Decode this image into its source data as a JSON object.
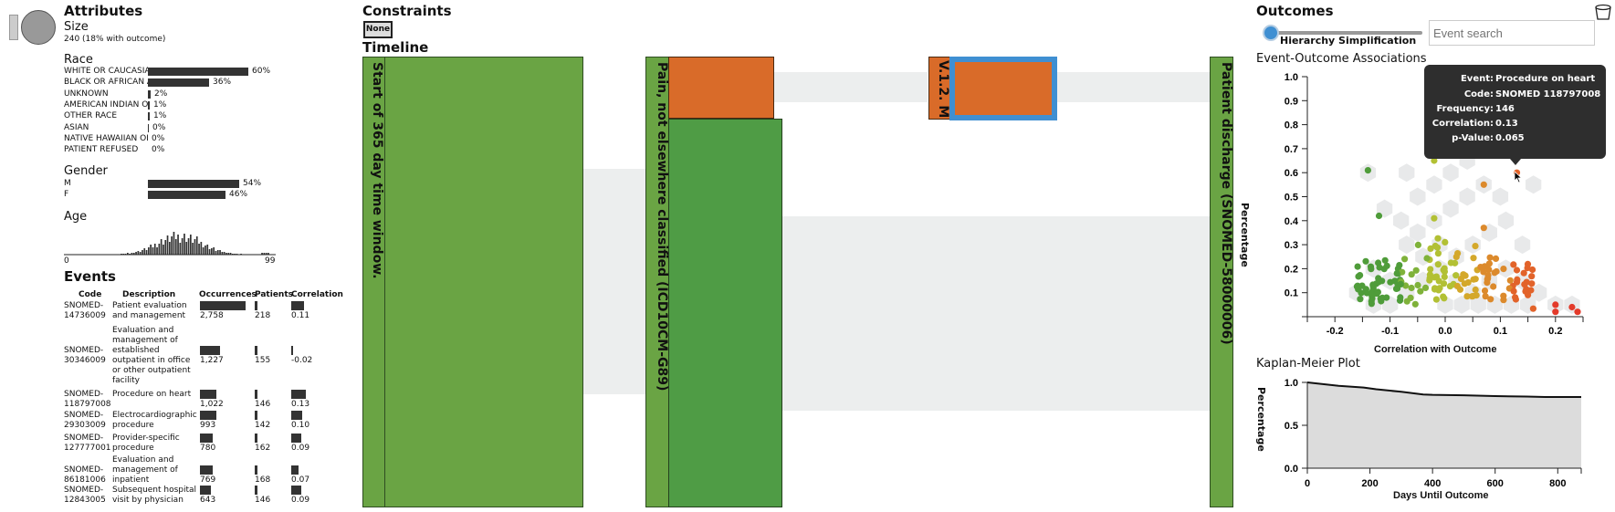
{
  "attributes": {
    "title": "Attributes",
    "size_label": "Size",
    "size_value": "240 (18% with outcome)",
    "race": {
      "title": "Race",
      "items": [
        {
          "label": "WHITE OR CAUCASIA",
          "pct": "60%",
          "width": 110
        },
        {
          "label": "BLACK OR AFRICAN A",
          "pct": "36%",
          "width": 67
        },
        {
          "label": "UNKNOWN",
          "pct": "2%",
          "width": 3
        },
        {
          "label": "AMERICAN INDIAN OI",
          "pct": "1%",
          "width": 2
        },
        {
          "label": "OTHER RACE",
          "pct": "1%",
          "width": 2
        },
        {
          "label": "ASIAN",
          "pct": "0%",
          "width": 1
        },
        {
          "label": "NATIVE HAWAIIAN OI",
          "pct": "0%",
          "width": 0
        },
        {
          "label": "PATIENT REFUSED",
          "pct": "0%",
          "width": 0
        }
      ]
    },
    "gender": {
      "title": "Gender",
      "items": [
        {
          "label": "M",
          "pct": "54%",
          "width": 100
        },
        {
          "label": "F",
          "pct": "46%",
          "width": 85
        }
      ]
    },
    "age": {
      "title": "Age",
      "min": "0",
      "max": "99"
    }
  },
  "events": {
    "title": "Events",
    "columns": [
      "Code",
      "Description",
      "Occurrences",
      "Patients",
      "Correlation"
    ],
    "rows": [
      {
        "code": "SNOMED-14736009",
        "description": "Patient evaluation and management",
        "occurrences": "2,758",
        "occ_w": 50,
        "patients": "218",
        "correlation": "0.11",
        "cor_w": 14
      },
      {
        "code": "SNOMED-30346009",
        "description": "Evaluation and management of established outpatient in office or other outpatient facility",
        "occurrences": "1,227",
        "occ_w": 22,
        "patients": "155",
        "correlation": "-0.02",
        "cor_w": 2
      },
      {
        "code": "SNOMED-118797008",
        "description": "Procedure on heart",
        "occurrences": "1,022",
        "occ_w": 18,
        "patients": "146",
        "correlation": "0.13",
        "cor_w": 16
      },
      {
        "code": "SNOMED-29303009",
        "description": "Electrocardiographic procedure",
        "occurrences": "993",
        "occ_w": 18,
        "patients": "142",
        "correlation": "0.10",
        "cor_w": 12
      },
      {
        "code": "SNOMED-127777001",
        "description": "Provider-specific procedure",
        "occurrences": "780",
        "occ_w": 14,
        "patients": "162",
        "correlation": "0.09",
        "cor_w": 11
      },
      {
        "code": "SNOMED-86181006",
        "description": "Evaluation and management of inpatient",
        "occurrences": "769",
        "occ_w": 14,
        "patients": "168",
        "correlation": "0.07",
        "cor_w": 8
      },
      {
        "code": "SNOMED-12843005",
        "description": "Subsequent hospital visit by physician",
        "occurrences": "643",
        "occ_w": 12,
        "patients": "146",
        "correlation": "0.09",
        "cor_w": 11
      }
    ]
  },
  "constraints": {
    "title": "Constraints",
    "none_label": "None"
  },
  "timeline": {
    "title": "Timeline",
    "nodes": [
      {
        "label": "Start of 365 day time window."
      },
      {
        "label": "Pain, not elsewhere classified (ICD10CM-G89)"
      },
      {
        "label": "V.1.2. M"
      },
      {
        "label": "Patient discharge (SNOMED-58000006)"
      }
    ],
    "colors": {
      "green": "#6aa444",
      "dark_green": "#4f9c45",
      "orange": "#d96b29",
      "select": "#3f8fd2",
      "band": "#eceeee"
    }
  },
  "outcomes": {
    "title": "Outcomes",
    "slider_label": "Hierarchy Simplification",
    "search_placeholder": "Event search",
    "assoc_title": "Event-Outcome Associations",
    "km_title": "Kaplan-Meier Plot"
  },
  "tooltip": {
    "event_key": "Event:",
    "event": "Procedure on heart",
    "code_key": "Code:",
    "code": "SNOMED 118797008",
    "freq_key": "Frequency:",
    "frequency": "146",
    "corr_key": "Correlation:",
    "correlation": "0.13",
    "p_key": "p-Value:",
    "p_value": "0.065"
  },
  "chart_data": [
    {
      "type": "scatter",
      "title": "Event-Outcome Associations",
      "xlabel": "Correlation with Outcome",
      "ylabel": "Percentage",
      "xlim": [
        -0.25,
        0.25
      ],
      "ylim": [
        0,
        1.0
      ],
      "xticks": [
        "-0.2",
        "-0.1",
        "0.0",
        "0.1",
        "0.2"
      ],
      "yticks": [
        "0.1",
        "0.2",
        "0.3",
        "0.4",
        "0.5",
        "0.6",
        "0.7",
        "0.8",
        "0.9",
        "1.0"
      ],
      "highlight": {
        "x": 0.13,
        "y": 0.6,
        "label": "Procedure on heart"
      }
    },
    {
      "type": "area",
      "title": "Kaplan-Meier Plot",
      "xlabel": "Days Until Outcome",
      "ylabel": "Percentage",
      "xlim": [
        0,
        875
      ],
      "ylim": [
        0,
        1.0
      ],
      "xticks": [
        "0",
        "200",
        "400",
        "600",
        "800"
      ],
      "yticks": [
        "0.0",
        "0.5",
        "1.0"
      ],
      "x": [
        0,
        50,
        100,
        180,
        220,
        300,
        370,
        400,
        500,
        600,
        700,
        760,
        875
      ],
      "y": [
        1.0,
        0.98,
        0.96,
        0.94,
        0.92,
        0.89,
        0.86,
        0.855,
        0.85,
        0.84,
        0.835,
        0.83,
        0.83
      ]
    }
  ]
}
